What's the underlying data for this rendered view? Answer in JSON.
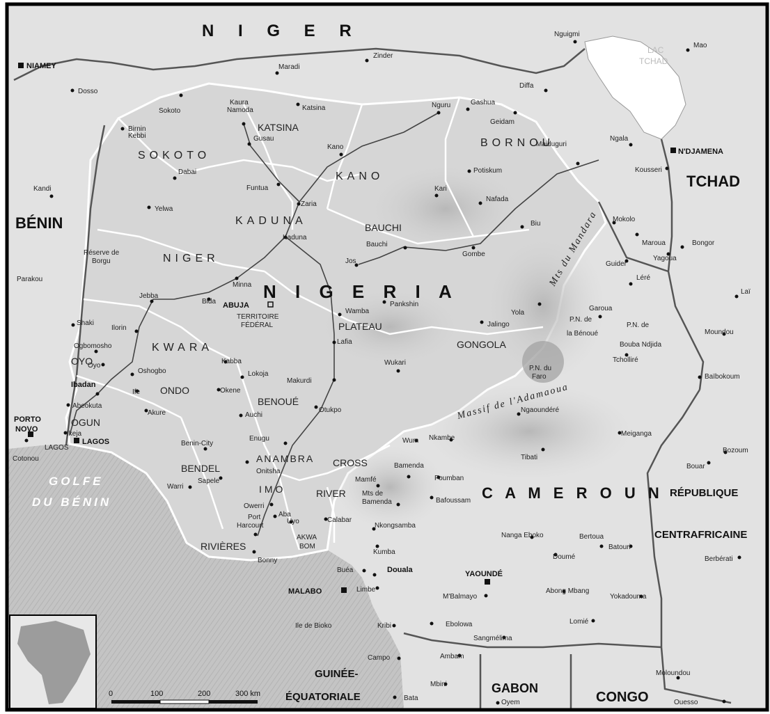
{
  "countries": {
    "niger": "N I G E R",
    "nigeria": "N I G E R I A",
    "benin": "BÉNIN",
    "tchad": "TCHAD",
    "cameroun": "C A M E R O U N",
    "rca_1": "RÉPUBLIQUE",
    "rca_2": "CENTRAFRICAINE",
    "guinee_1": "GUINÉE-",
    "guinee_2": "ÉQUATORIALE",
    "gabon": "GABON",
    "congo": "CONGO"
  },
  "capitals": {
    "niamey": "NIAMEY",
    "ndjamena": "N'DJAMENA",
    "abuja": "ABUJA",
    "lagos": "LAGOS",
    "porto_novo_1": "PORTO",
    "porto_novo_2": "NOVO",
    "malabo": "MALABO",
    "yaounde": "YAOUNDÉ"
  },
  "states": {
    "sokoto": "SOKOTO",
    "katsina": "KATSINA",
    "kano": "KANO",
    "bornou": "BORNOU",
    "kaduna": "KADUNA",
    "bauchi": "BAUCHI",
    "niger": "NIGER",
    "kwara": "KWARA",
    "oyo": "OYO",
    "ogun": "OGUN",
    "ondo": "ONDO",
    "bendel": "BENDEL",
    "benoue": "BENOUÉ",
    "plateau": "PLATEAU",
    "gongola": "GONGOLA",
    "anambra": "ANAMBRA",
    "imo": "IMO",
    "cross_river_1": "CROSS",
    "cross_river_2": "RIVER",
    "rivieres": "RIVIÈRES",
    "akwa_bom_1": "AKWA",
    "akwa_bom_2": "BOM",
    "territoire_1": "TERRITOIRE",
    "territoire_2": "FÉDÉRAL"
  },
  "cities": {
    "dosso": "Dosso",
    "maradi": "Maradi",
    "zinder": "Zinder",
    "nguigmi": "Nguigmi",
    "mao": "Mao",
    "diffa": "Diffa",
    "sokoto": "Sokoto",
    "kaura_namoda_1": "Kaura",
    "kaura_namoda_2": "Namoda",
    "katsina": "Katsina",
    "nguru": "Nguru",
    "gashua": "Gashua",
    "geidam": "Geidam",
    "birnin_kebbi_1": "Birnin",
    "birnin_kebbi_2": "Kebbi",
    "gusau": "Gusau",
    "kano": "Kano",
    "maiduguri": "Maiduguri",
    "potiskum": "Potiskum",
    "ngala": "Ngala",
    "kousseri": "Kousseri",
    "kandi": "Kandi",
    "dabai": "Dabai",
    "funtua": "Funtua",
    "zaria": "Zaria",
    "kari": "Kari",
    "nafada": "Nafada",
    "yelwa": "Yelwa",
    "kaduna": "Kaduna",
    "biu": "Biu",
    "mokolo": "Mokolo",
    "maroua": "Maroua",
    "bongor": "Bongor",
    "yagoua": "Yagoua",
    "guider": "Guider",
    "borgu_1": "Réserve de",
    "borgu_2": "Borgu",
    "gombe": "Gombe",
    "parakou": "Parakou",
    "minna": "Minna",
    "jos": "Jos",
    "bauchi": "Bauchi",
    "lere": "Léré",
    "lai": "Laï",
    "jebba": "Jebba",
    "bida": "Bida",
    "pankshin": "Pankshin",
    "yola": "Yola",
    "garoua": "Garoua",
    "moundou": "Moundou",
    "wamba": "Wamba",
    "jalingo": "Jalingo",
    "shaki": "Shaki",
    "ilorin": "Ilorin",
    "lafia": "Lafia",
    "pn_benoue_1": "P.N. de",
    "pn_benoue_2": "la Bénoué",
    "pn_bouba_1": "P.N. de",
    "pn_bouba_2": "Bouba Ndjida",
    "tchollire": "Tcholliré",
    "ogbomosho": "Ogbomosho",
    "oyo": "Oyo",
    "kabba": "Kabba",
    "wukari": "Wukari",
    "pn_faro_1": "P.N. du",
    "pn_faro_2": "Faro",
    "baibokoum": "Baïbokoum",
    "osogbo": "Oshogbo",
    "lokoja": "Lokoja",
    "ibadan": "Ibadan",
    "ife": "Ife",
    "makurdi": "Makurdi",
    "okene": "Okene",
    "abeokuta": "Abeokuta",
    "akure": "Akure",
    "otukpo": "Otukpo",
    "ngaoundere": "Ngaoundéré",
    "auchi": "Auchi",
    "meiganga": "Meiganga",
    "ikeja": "Ikeja",
    "lagos_small": "LAGOS",
    "benin_city": "Benin-City",
    "enugu": "Enugu",
    "wum": "Wum",
    "nkambe": "Nkambe",
    "cotonou": "Cotonou",
    "tibati": "Tibati",
    "bozoum": "Bozoum",
    "onitsha": "Onitsha",
    "bamenda": "Bamenda",
    "bouar": "Bouar",
    "sapele": "Sapele",
    "warri": "Warri",
    "foumban": "Foumban",
    "mamfe": "Mamfé",
    "monts_bamenda_1": "Mts de",
    "monts_bamenda_2": "Bamenda",
    "owerri": "Owerri",
    "bafoussam": "Bafoussam",
    "port_harcourt_1": "Port",
    "port_harcourt_2": "Harcourt",
    "aba": "Aba",
    "uyo": "Uyo",
    "calabar": "Calabar",
    "nkongsamba": "Nkongsamba",
    "nanga_eboko": "Nanga Eboko",
    "bertoua": "Bertoua",
    "batouri": "Batouri",
    "kumba": "Kumba",
    "bonny": "Bonny",
    "doume": "Doumé",
    "berberati": "Berbérati",
    "buea": "Buéa",
    "douala": "Douala",
    "limbe": "Limbe",
    "mbalmayo": "M'Balmayo",
    "abong_mbang": "Abong Mbang",
    "yokadouma": "Yokadouma",
    "ile_bioko": "Ile de Bioko",
    "kribi": "Kribi",
    "ebolowa": "Ebolowa",
    "lomie": "Lomié",
    "sangmelima": "Sangmélima",
    "campo": "Campo",
    "ambam": "Ambam",
    "moloundou": "Moloundou",
    "mbini": "Mbini",
    "bata": "Bata",
    "oyem": "Oyem",
    "ouesso": "Ouesso"
  },
  "features": {
    "lac_tchad_1": "LAC",
    "lac_tchad_2": "TCHAD",
    "mandara": "Mts du Mandara",
    "adamaoua": "Massif de l'Adamaoua",
    "golfe_1": "GOLFE",
    "golfe_2": "DU BÉNIN"
  },
  "scale": {
    "t0": "0",
    "t100": "100",
    "t200": "200",
    "t300": "300 km"
  },
  "colors": {
    "land_nigeria": "#d9d9d9",
    "land_neighbour": "#e4e4e4",
    "sea": "#bdbdbd",
    "lake": "#ffffff",
    "frame": "#000000"
  }
}
